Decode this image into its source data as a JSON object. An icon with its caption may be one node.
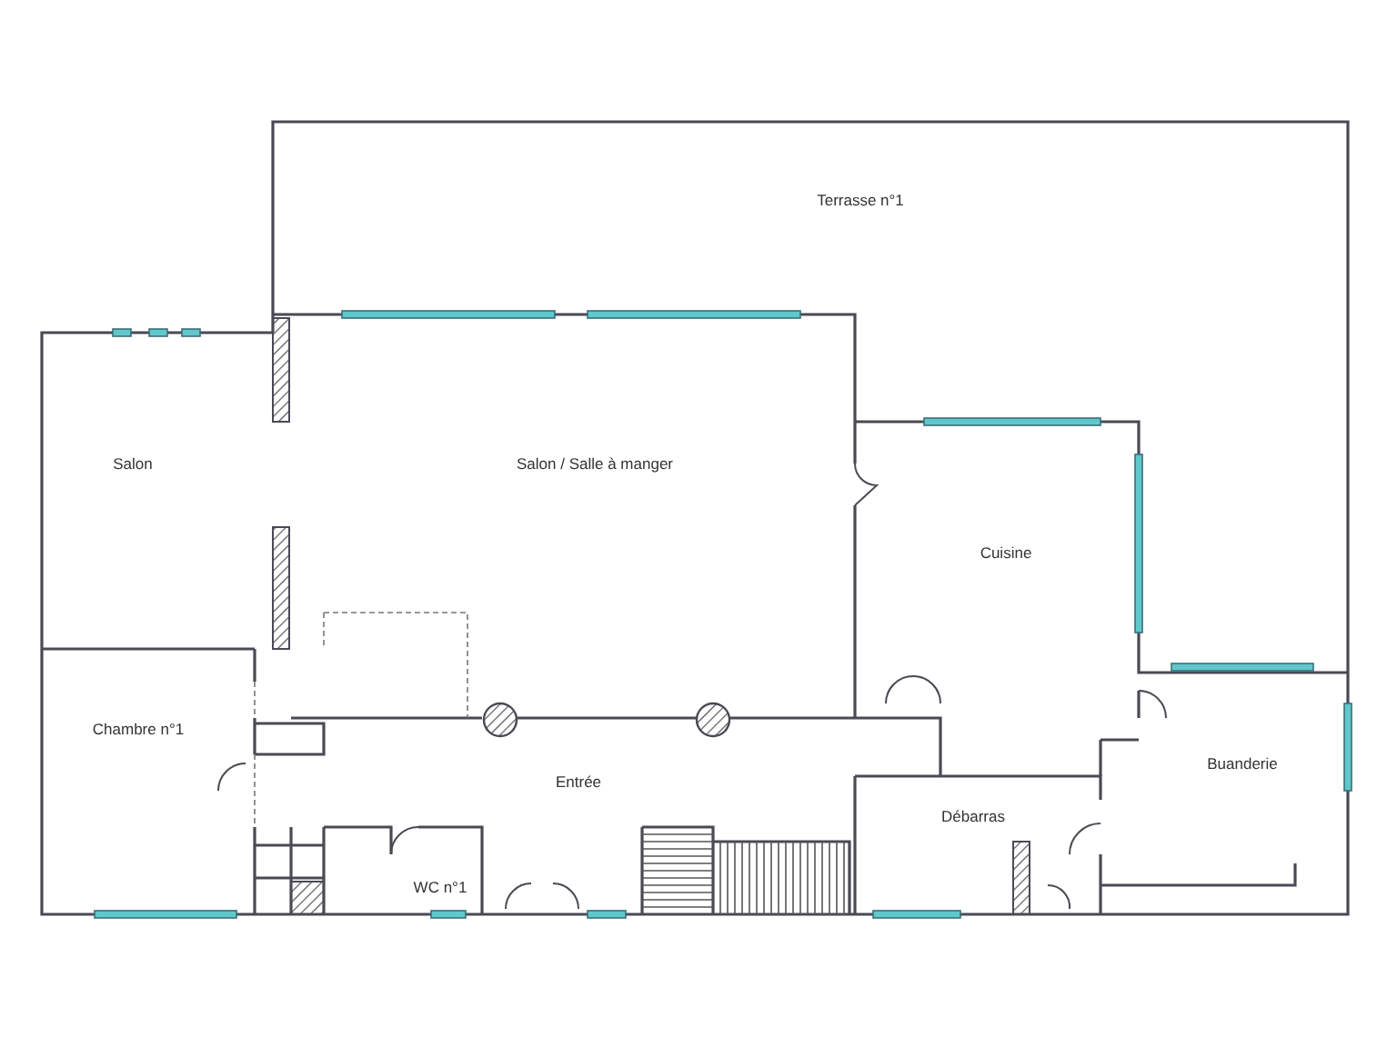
{
  "diagram": {
    "labels": [
      "Terrasse n°1",
      "Salon",
      "Salon / Salle à manger",
      "Cuisine",
      "Chambre n°1",
      "Entrée",
      "Débarras",
      "Buanderie",
      "WC n°1"
    ]
  }
}
